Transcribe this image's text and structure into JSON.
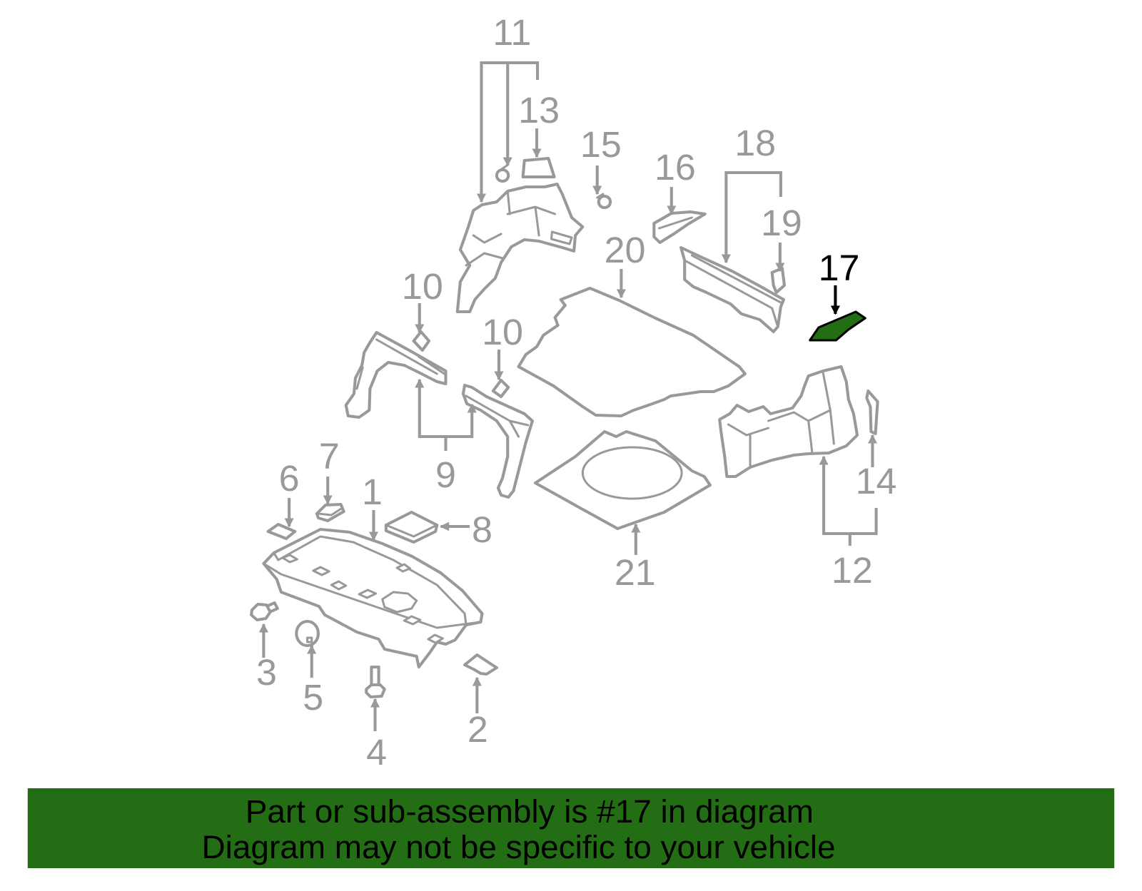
{
  "diagram": {
    "callouts": {
      "p1": "1",
      "p2": "2",
      "p3": "3",
      "p4": "4",
      "p5": "5",
      "p6": "6",
      "p7": "7",
      "p8": "8",
      "p9": "9",
      "p10_left": "10",
      "p10_right": "10",
      "p11": "11",
      "p12": "12",
      "p13": "13",
      "p14": "14",
      "p15": "15",
      "p16": "16",
      "p17": "17",
      "p18": "18",
      "p19": "19",
      "p20": "20",
      "p21": "21"
    }
  },
  "banner": {
    "line1": "Part or sub-assembly is #17 in diagram",
    "line2": "Diagram may not be specific to your vehicle"
  },
  "colors": {
    "part_outline": "#999999",
    "highlight_fill": "#236e15",
    "banner_background": "#236e15",
    "highlight_label": "#000000"
  }
}
